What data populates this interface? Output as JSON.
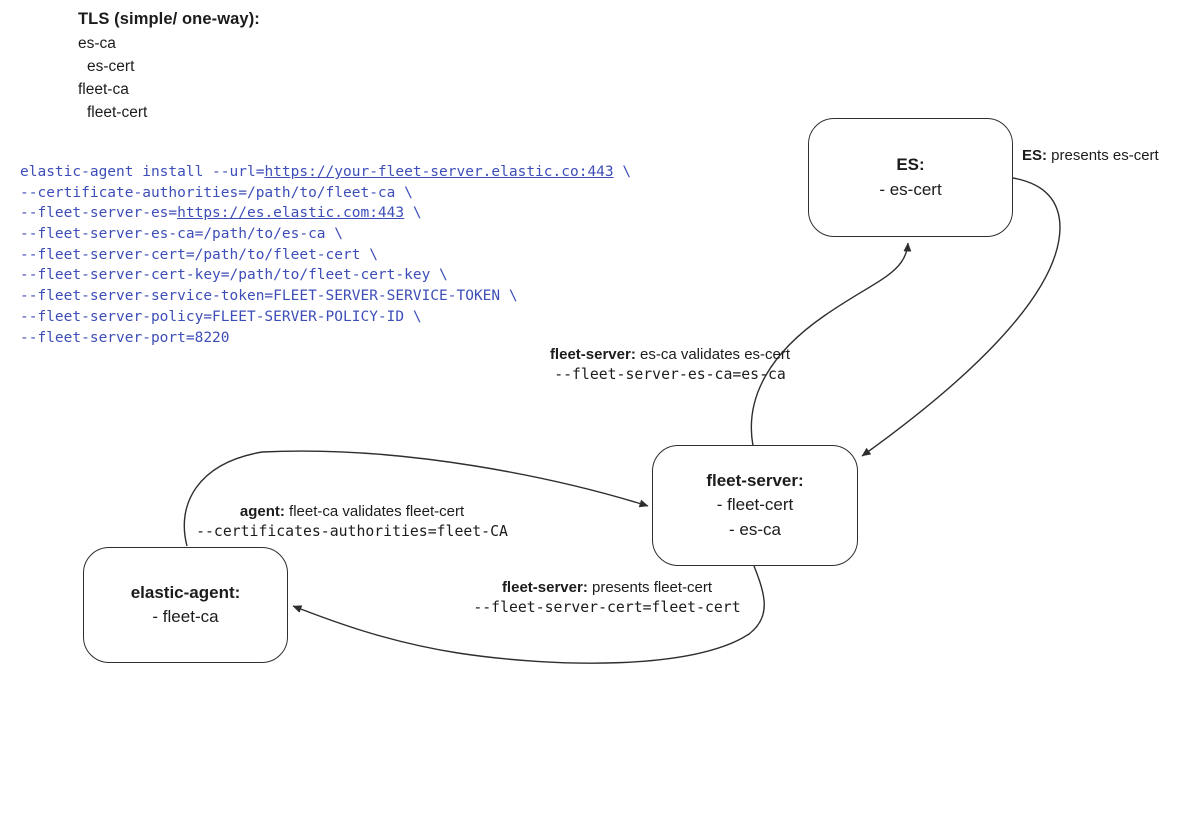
{
  "title_block": {
    "heading": "TLS (simple/ one-way):",
    "items": [
      "es-ca",
      "es-cert",
      "fleet-ca",
      "fleet-cert"
    ]
  },
  "code_block": {
    "lines": [
      [
        {
          "t": "elastic-agent install --url="
        },
        {
          "t": "https://your-fleet-server.elastic.co:443",
          "u": true
        },
        {
          "t": " \\"
        }
      ],
      [
        {
          "t": "--certificate-authorities=/path/to/fleet-ca \\"
        }
      ],
      [
        {
          "t": "--fleet-server-es="
        },
        {
          "t": "https://es.elastic.com:443",
          "u": true
        },
        {
          "t": " \\"
        }
      ],
      [
        {
          "t": "--fleet-server-es-ca=/path/to/es-ca \\"
        }
      ],
      [
        {
          "t": "--fleet-server-cert=/path/to/fleet-cert \\"
        }
      ],
      [
        {
          "t": "--fleet-server-cert-key=/path/to/fleet-cert-key \\"
        }
      ],
      [
        {
          "t": "--fleet-server-service-token=FLEET-SERVER-SERVICE-TOKEN \\"
        }
      ],
      [
        {
          "t": "--fleet-server-policy=FLEET-SERVER-POLICY-ID \\"
        }
      ],
      [
        {
          "t": "--fleet-server-port=8220"
        }
      ]
    ]
  },
  "nodes": {
    "es": {
      "title": "ES:",
      "items": [
        "- es-cert"
      ]
    },
    "fleet_server": {
      "title": "fleet-server:",
      "items": [
        "- fleet-cert",
        "- es-ca"
      ]
    },
    "elastic_agent": {
      "title": "elastic-agent:",
      "items": [
        "- fleet-ca"
      ]
    }
  },
  "edge_labels": {
    "es_presents": {
      "bold": "ES:",
      "rest": " presents es-cert"
    },
    "fs_validates_es": {
      "bold": "fleet-server:",
      "rest": " es-ca validates es-cert",
      "mono": "--fleet-server-es-ca=es-ca"
    },
    "agent_validates": {
      "bold": "agent:",
      "rest": " fleet-ca validates fleet-cert",
      "mono": "--certificates-authorities=fleet-CA"
    },
    "fs_presents": {
      "bold": "fleet-server:",
      "rest": " presents fleet-cert",
      "mono": "--fleet-server-cert=fleet-cert"
    }
  },
  "colors": {
    "background": "#ffffff",
    "text": "#1c1c1c",
    "code": "#3d4eb8",
    "stroke": "#2e2e2e"
  }
}
